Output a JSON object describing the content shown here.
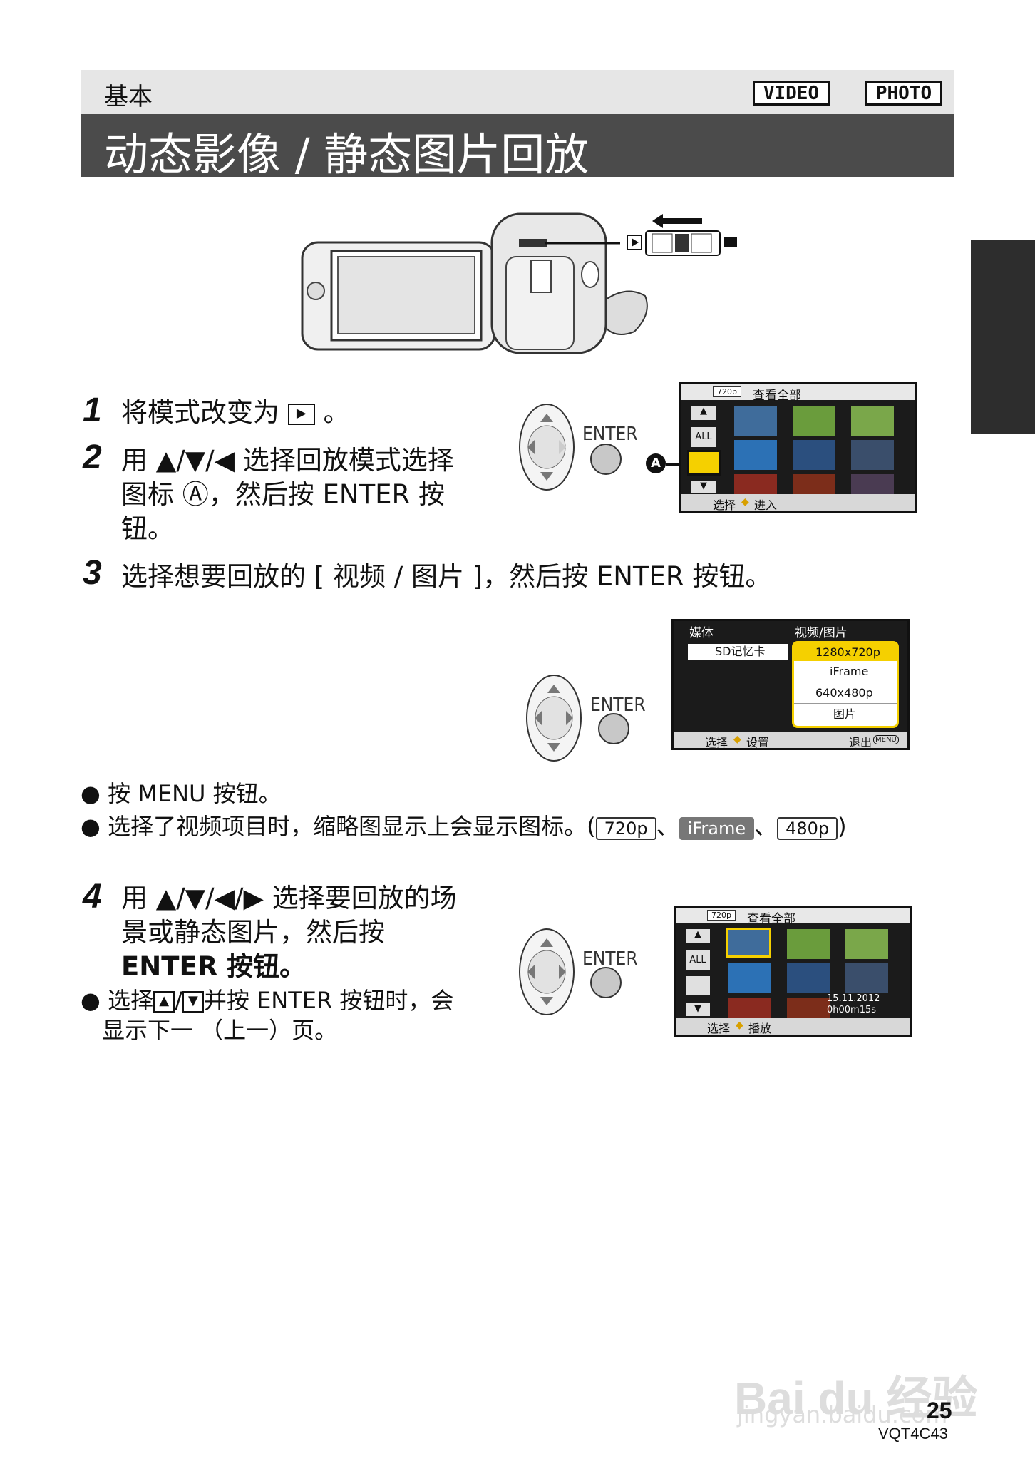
{
  "header": {
    "section": "基本",
    "tag_video": "VIDEO",
    "tag_photo": "PHOTO",
    "title": "动态影像 / 静态图片回放"
  },
  "steps": [
    {
      "num": "1",
      "text": "将模式改变为",
      "suffix": "。"
    },
    {
      "num": "2",
      "line1": "用 ▲/▼/◀ 选择回放模式选择",
      "line2": "图标 Ⓐ，然后按 ENTER 按",
      "line3": "钮。"
    },
    {
      "num": "3",
      "text": "选择想要回放的 [ 视频 / 图片 ]，然后按 ENTER 按钮。"
    },
    {
      "num": "4",
      "line1": "用 ▲/▼/◀/▶ 选择要回放的场",
      "line2": "景或静态图片，然后按",
      "line3": "ENTER 按钮。"
    }
  ],
  "notes": {
    "menu": "按 MENU 按钮。",
    "icons": "选择了视频项目时，缩略图显示上会显示图标。(",
    "icons_end": ")",
    "badge_720p": "720p",
    "badge_iframe": "iFrame",
    "badge_480p": "480p",
    "sep": "、",
    "page_a": "选择",
    "page_b": "并按 ENTER 按钮时，会",
    "page_c": "显示下一 （上一）页。",
    "slash": "/"
  },
  "enter_label": "ENTER",
  "screen1": {
    "badge": "720p",
    "title": "查看全部",
    "all": "ALL",
    "footer": "选择",
    "footer2": "进入",
    "callout": "A"
  },
  "screen2": {
    "left_header": "媒体",
    "right_header": "视频/图片",
    "card": "SD记忆卡",
    "items": [
      "1280x720p",
      "iFrame",
      "640x480p",
      "图片"
    ],
    "footer": "选择",
    "footer2": "设置",
    "exit": "退出",
    "menu": "MENU"
  },
  "screen3": {
    "badge": "720p",
    "title": "查看全部",
    "all": "ALL",
    "date": "15.11.2012",
    "time": "0h00m15s",
    "footer": "选择",
    "footer2": "播放"
  },
  "footer": {
    "page": "25",
    "code": "VQT4C43",
    "watermark": "Bai du 经验",
    "watermark_url": "jingyan.baidu.com"
  },
  "colors": {
    "title_bar": "#4b4b4b",
    "header_bar": "#e6e6e6",
    "highlight": "#f5d000"
  }
}
